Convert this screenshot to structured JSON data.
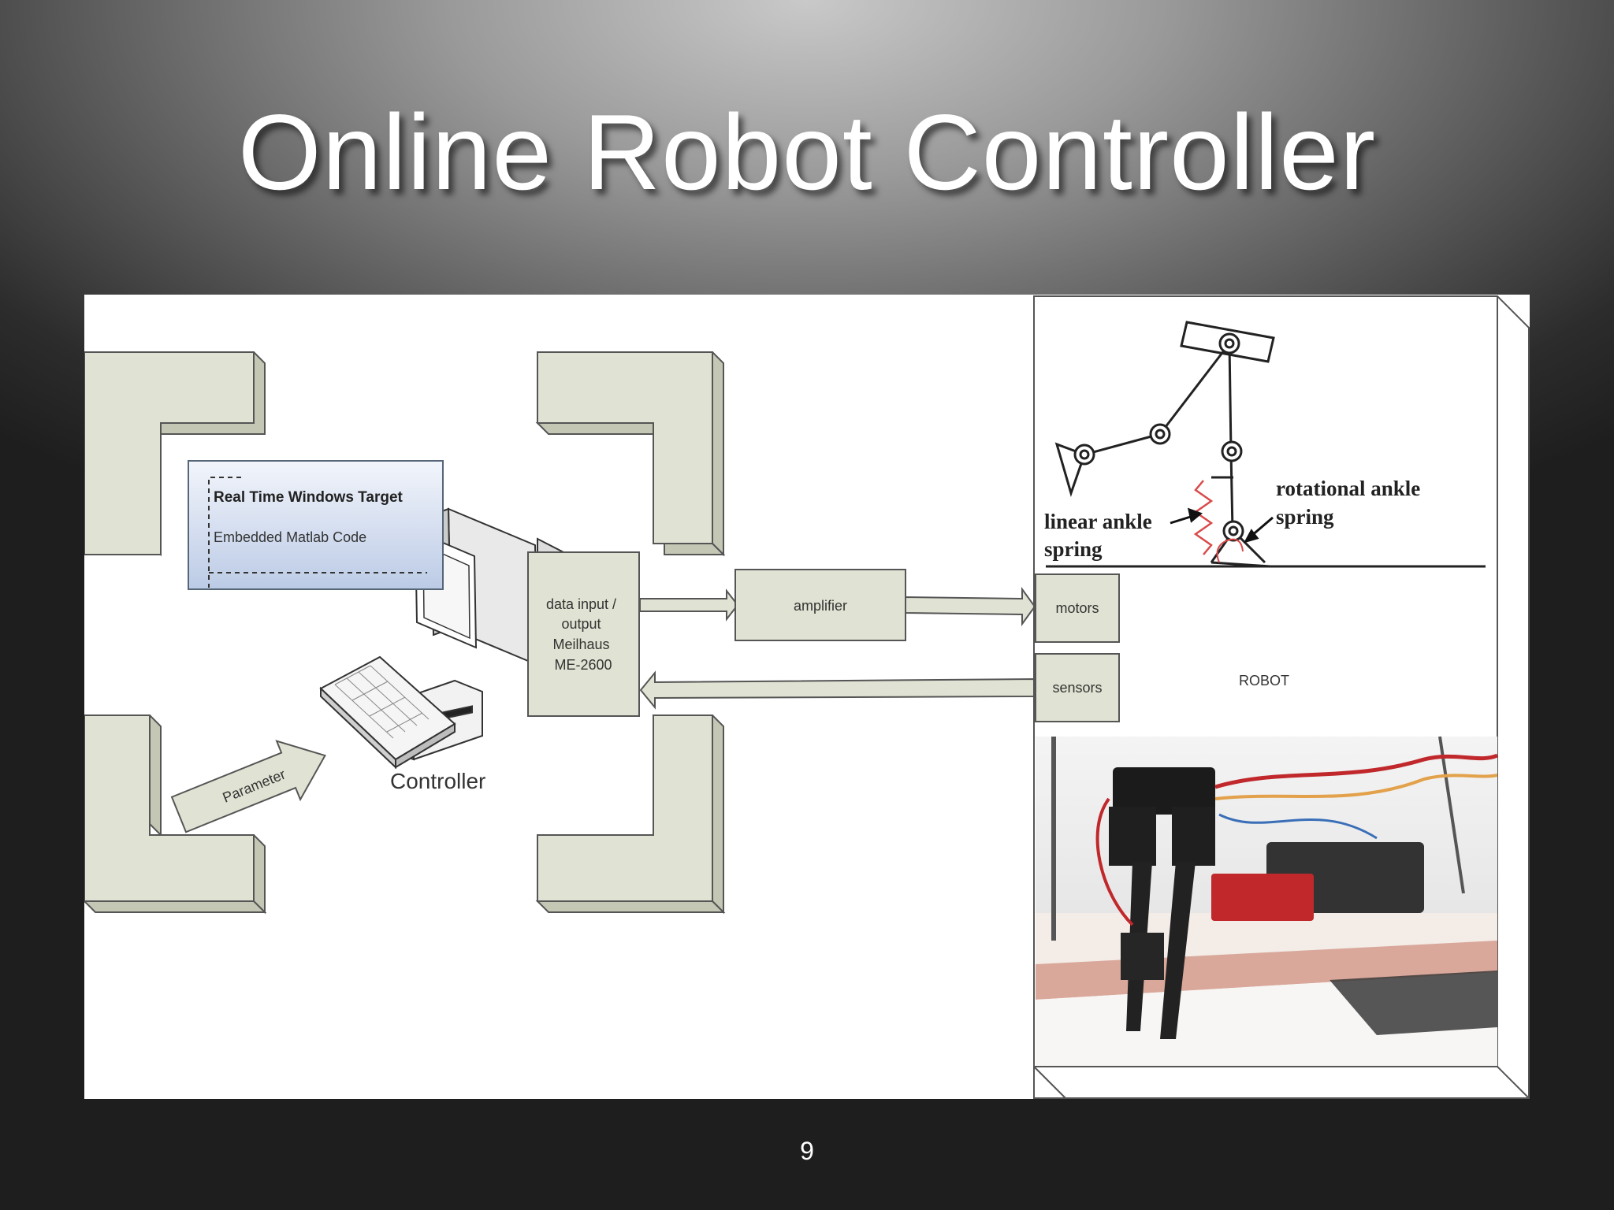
{
  "slide": {
    "title": "Online Robot Controller",
    "page_number": "9"
  },
  "diagram": {
    "software_panel": {
      "heading": "Real Time Windows Target",
      "subtext": "Embedded Matlab Code"
    },
    "controller_label": "Controller",
    "parameter_label": "Parameter",
    "io_box_label": [
      "data input /",
      "output",
      "Meilhaus",
      "ME-2600"
    ],
    "amplifier_label": "amplifier",
    "motors_label": "motors",
    "sensors_label": "sensors",
    "robot_label": "ROBOT",
    "linear_spring_label": [
      "linear ankle",
      "spring"
    ],
    "rotational_spring_label": [
      "rotational ankle",
      "spring"
    ]
  },
  "colors": {
    "block_fill": "#e0e3d3",
    "block_side": "#c3c7b4",
    "block_stroke": "#555555",
    "panel_fill": "#dde5f3",
    "spring_red": "#d94a4a"
  }
}
